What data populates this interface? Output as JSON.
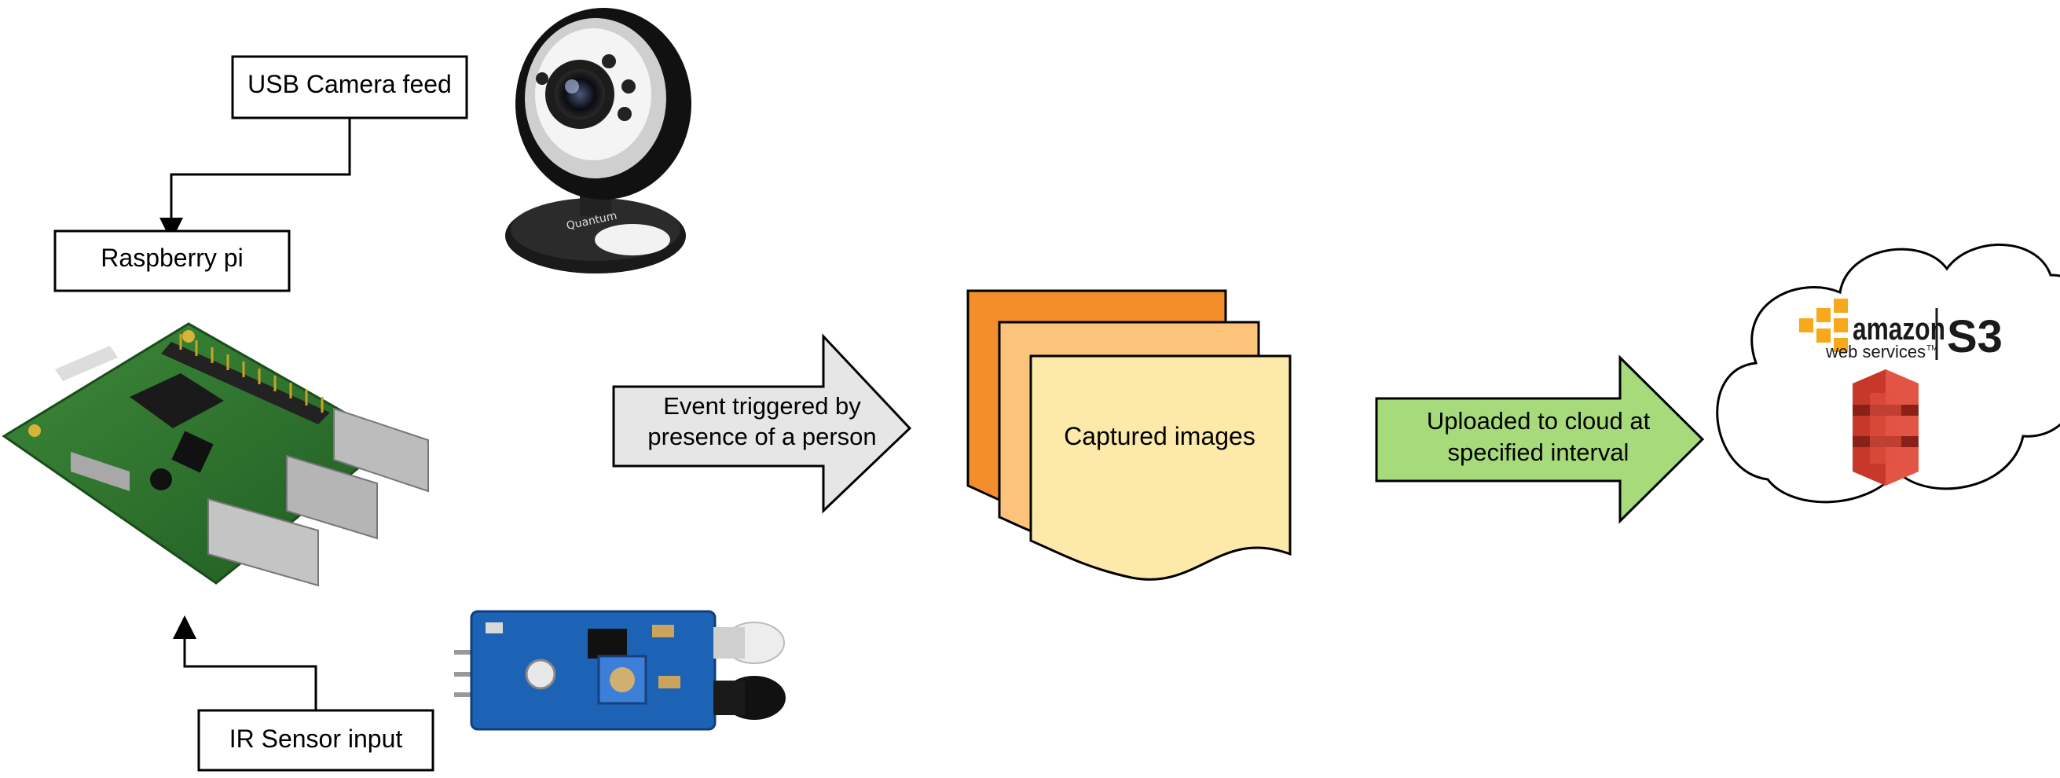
{
  "labels": {
    "usb_camera": "USB Camera feed",
    "raspberry_pi": "Raspberry pi",
    "ir_sensor": "IR Sensor input",
    "event_arrow_line1": "Event triggered by",
    "event_arrow_line2": "presence of a person",
    "captured_images": "Captured images",
    "upload_arrow_line1": "Uploaded to cloud at",
    "upload_arrow_line2": "specified interval",
    "aws_amazon": "amazon",
    "aws_webservices": "web services",
    "aws_tm": "TM",
    "aws_s3": "S3"
  },
  "colors": {
    "event_arrow_fill": "#e6e6e6",
    "upload_arrow_fill": "#a6da7a",
    "doc_back": "#f28e2b",
    "doc_mid": "#fcc47a",
    "doc_front": "#fde9a9",
    "aws_orange": "#f7a81b",
    "s3_red": "#d9402e"
  },
  "icons": {
    "webcam": "webcam-icon",
    "raspberry_pi_board": "raspberry-pi-board-icon",
    "ir_sensor_module": "ir-sensor-module-icon",
    "cloud": "cloud-icon",
    "s3_bucket": "s3-bucket-icon"
  }
}
